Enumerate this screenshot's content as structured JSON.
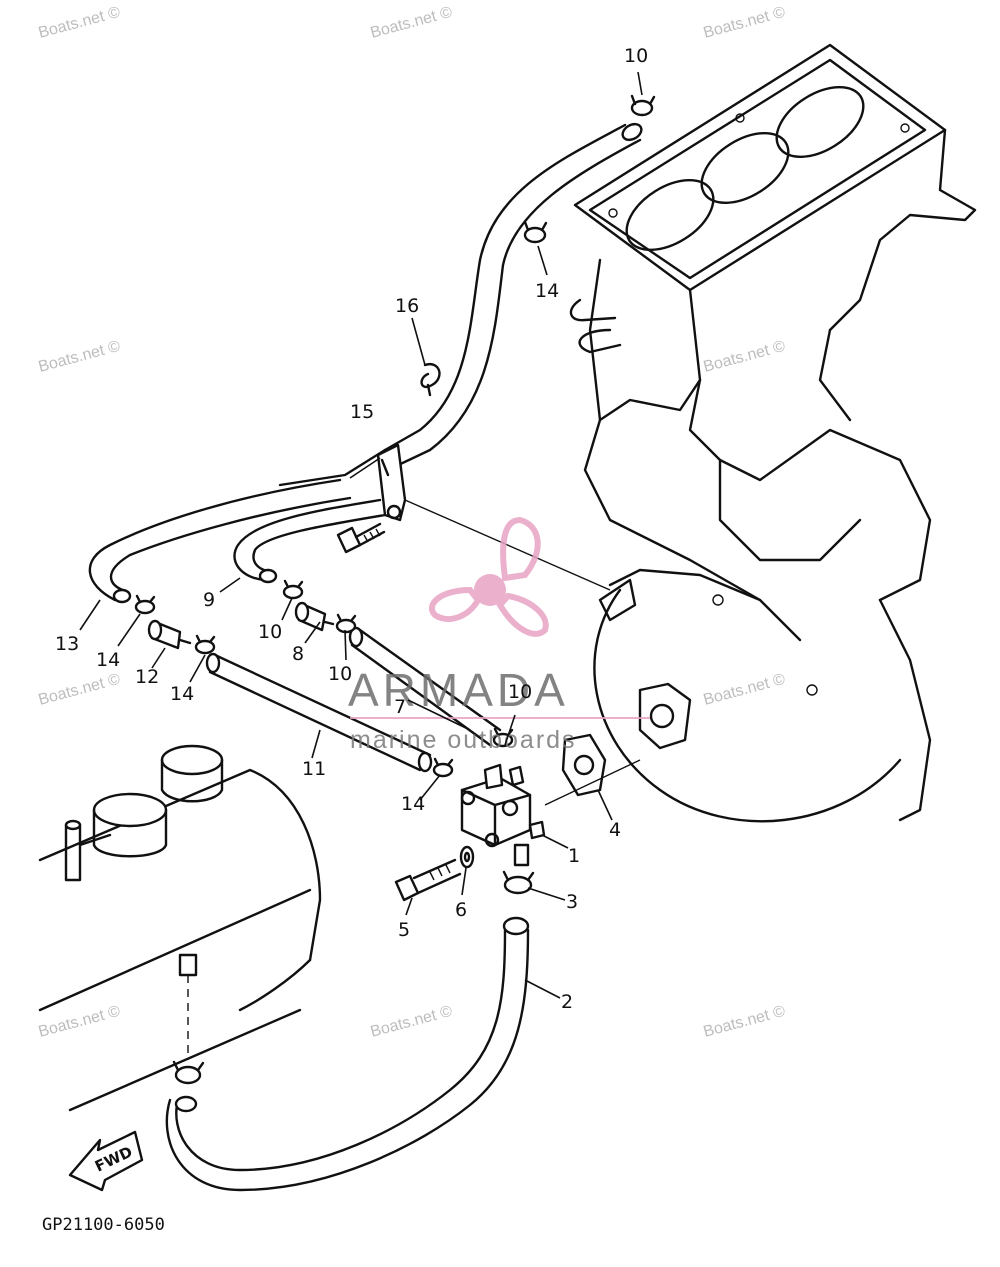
{
  "diagram_code": "GP21100-6050",
  "fwd_label": "FWD",
  "brand": {
    "name": "ARMADA",
    "tagline": "marine outboards",
    "color": "#e8a3c4"
  },
  "watermark_text": "Boats.net ©",
  "callouts": {
    "c1": "1",
    "c2": "2",
    "c3": "3",
    "c4": "4",
    "c5": "5",
    "c6": "6",
    "c7": "7",
    "c8": "8",
    "c9": "9",
    "c10a": "10",
    "c10b": "10",
    "c10c": "10",
    "c10d": "10",
    "c11": "11",
    "c12": "12",
    "c13": "13",
    "c14a": "14",
    "c14b": "14",
    "c14c": "14",
    "c14d": "14",
    "c15": "15",
    "c16": "16"
  }
}
